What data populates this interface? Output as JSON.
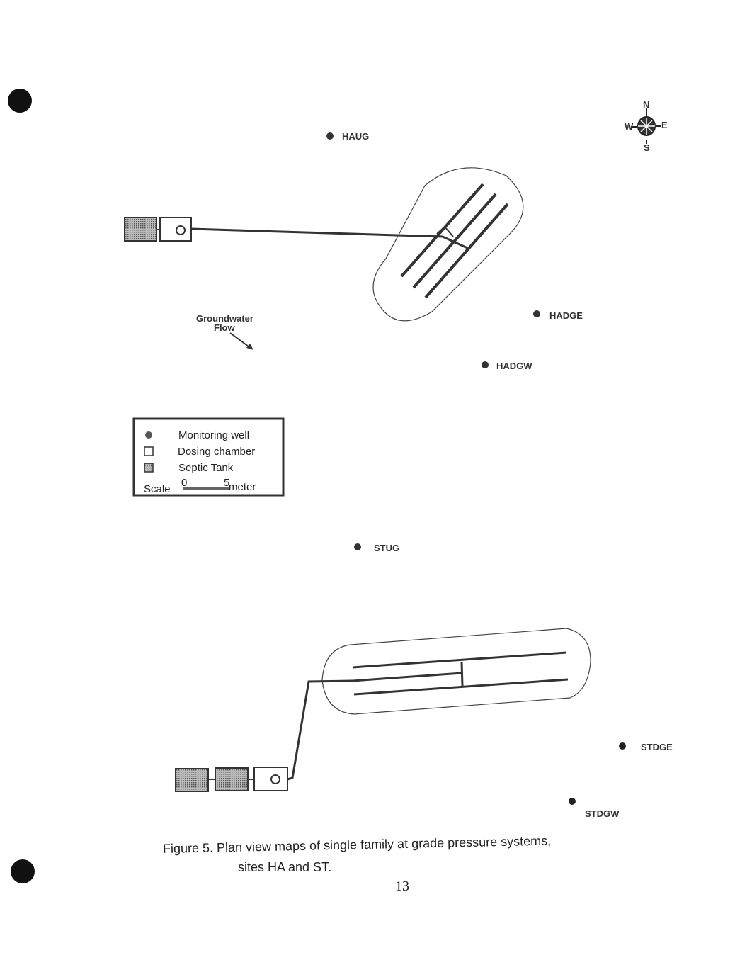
{
  "wells": {
    "haug": "HAUG",
    "hadge": "HADGE",
    "hadgw": "HADGW",
    "stug": "STUG",
    "stdge": "STDGE",
    "stdgw": "STDGW"
  },
  "compass": {
    "n": "N",
    "s": "S",
    "e": "E",
    "w": "W"
  },
  "groundwater": {
    "line1": "Groundwater",
    "line2": "Flow"
  },
  "legend": {
    "monitoring_well": "Monitoring well",
    "dosing_chamber": "Dosing chamber",
    "septic_tank": "Septic Tank",
    "scale_label": "Scale",
    "scale_start": "0",
    "scale_end": "5",
    "scale_unit": "meter"
  },
  "caption": {
    "line1": "Figure 5.  Plan view maps of single family at grade pressure systems,",
    "line2": "sites HA and ST."
  },
  "page_number": "13",
  "colors": {
    "ink": "#333333",
    "tank_fill": "#9a9a9a"
  }
}
